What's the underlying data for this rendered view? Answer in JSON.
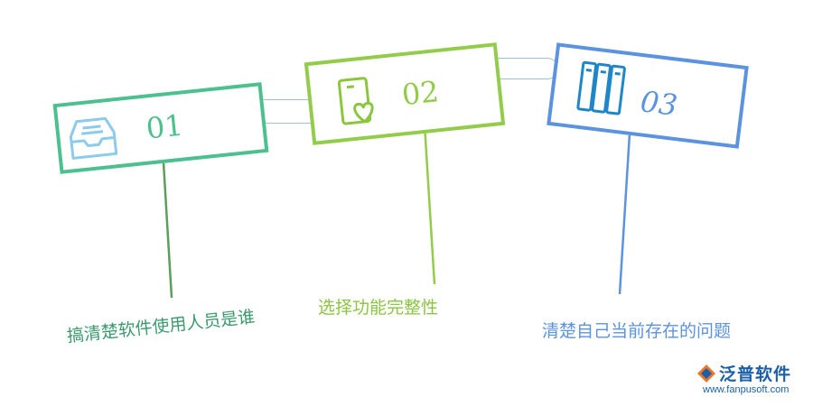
{
  "steps": [
    {
      "number": "01",
      "label": "搞清楚软件使用人员是谁",
      "color": "#4cc08f",
      "icon": "inbox-tray-icon"
    },
    {
      "number": "02",
      "label": "选择功能完整性",
      "color": "#93cc4a",
      "icon": "document-heart-icon"
    },
    {
      "number": "03",
      "label": "清楚自己当前存在的问题",
      "color": "#5b93df",
      "icon": "binders-icon"
    }
  ],
  "logo": {
    "name": "泛普软件",
    "url": "www.fanpusoft.com"
  }
}
